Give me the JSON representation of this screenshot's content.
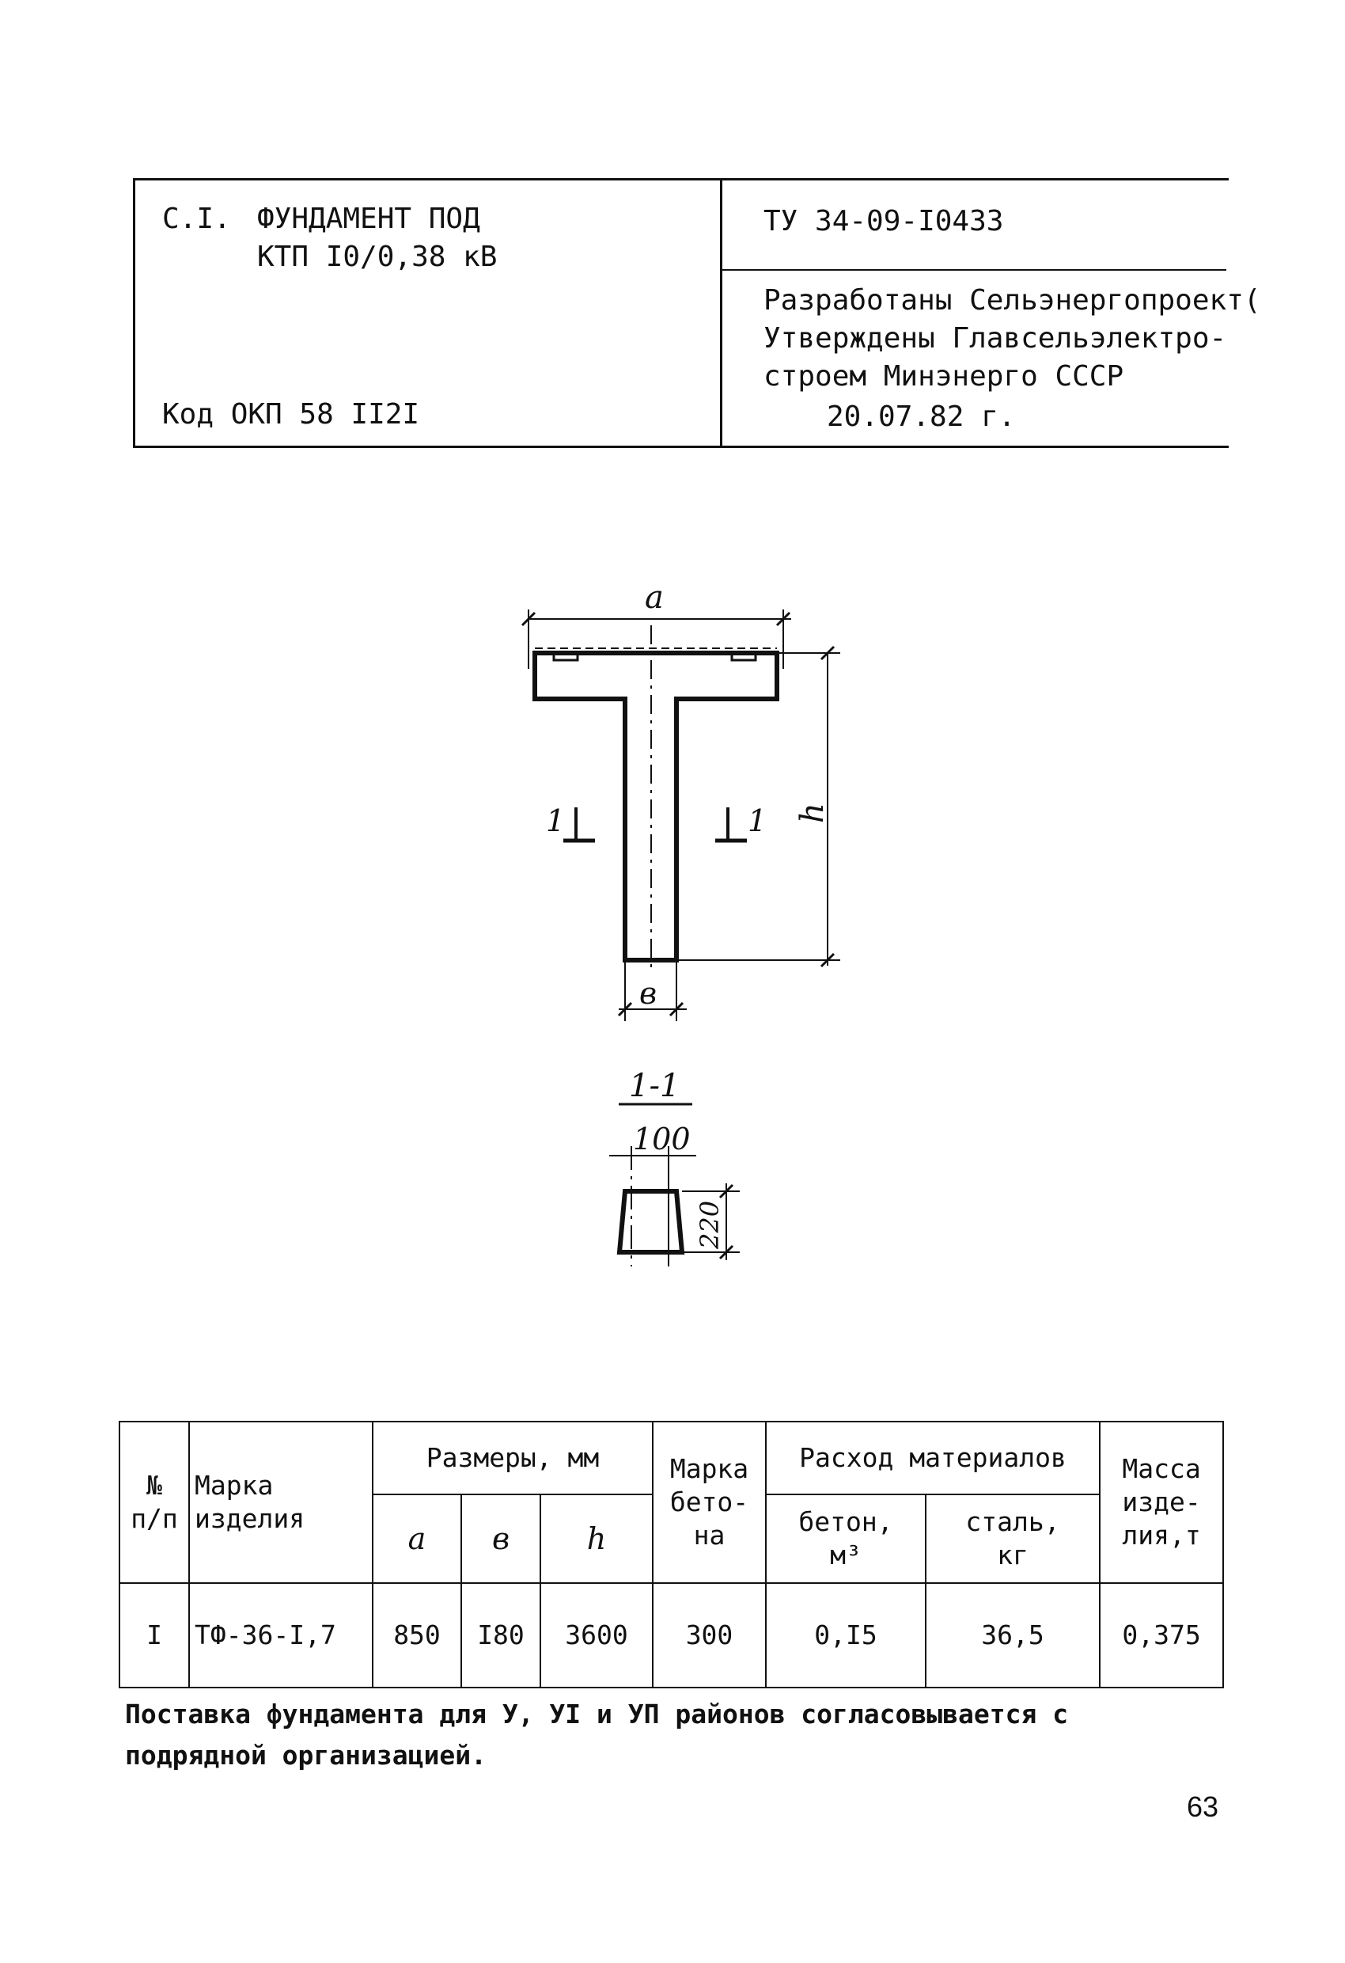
{
  "header": {
    "section": "С.I.",
    "title_line1": "ФУНДАМЕНТ ПОД",
    "title_line2": "КТП I0/0,38 кВ",
    "okp_code": "Код ОКП 58 II2I",
    "tu": "ТУ 34-09-I0433",
    "developed_line1": "Разработаны Сельэнергопроект(",
    "approved_line2": "Утверждены Главсельэлектро-",
    "approved_line3": "строем Минэнерго СССР",
    "approved_date": "20.07.82 г."
  },
  "drawing": {
    "dim_a": "a",
    "dim_h": "h",
    "dim_b": "в",
    "cut_mark": "1",
    "section_title": "1-1",
    "section_width": "100",
    "section_height": "220"
  },
  "table": {
    "headers": {
      "num": "№\nп/п",
      "mark": "Марка\nизделия",
      "dimensions": "Размеры, мм",
      "dim_a": "a",
      "dim_b": "в",
      "dim_h": "h",
      "concrete_grade": "Марка\nбето-\nна",
      "materials": "Расход материалов",
      "concrete": "бетон,\nм³",
      "steel": "сталь,\nкг",
      "mass": "Масса\nизде-\nлия,т"
    },
    "rows": [
      {
        "num": "I",
        "mark": "ТФ-36-I,7",
        "a": "850",
        "b": "I80",
        "h": "3600",
        "concrete_grade": "300",
        "concrete": "0,I5",
        "steel": "36,5",
        "mass": "0,375"
      }
    ]
  },
  "footnote": "Поставка фундамента для У, УI и УП районов согласовывается с подрядной организацией.",
  "page_number": "63"
}
